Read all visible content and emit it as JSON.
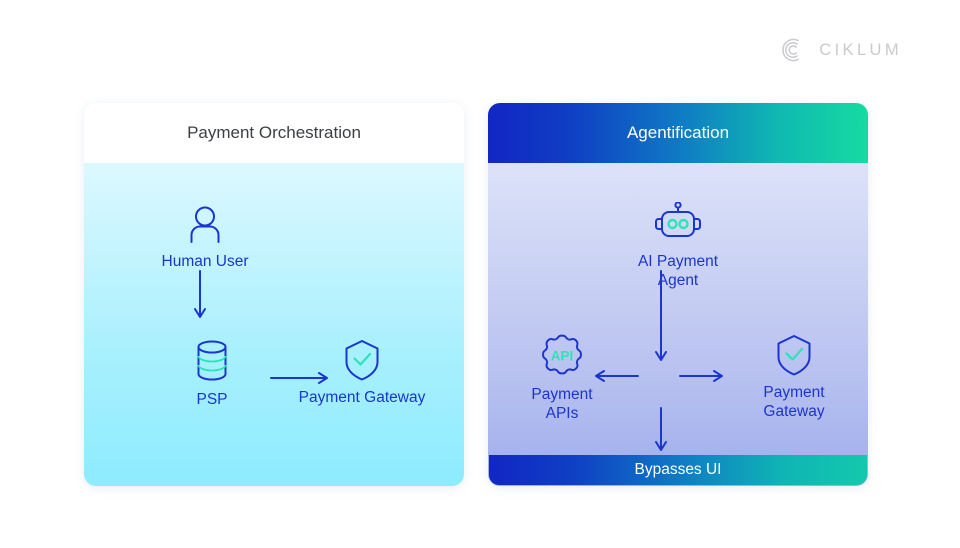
{
  "brand": {
    "name": "CIKLUM",
    "mark_icon": "ciklum-arcs-icon"
  },
  "panels": {
    "left": {
      "title": "Payment Orchestration",
      "nodes": [
        {
          "id": "human-user",
          "label": "Human User",
          "icon": "person-icon"
        },
        {
          "id": "psp",
          "label": "PSP",
          "icon": "database-icon"
        },
        {
          "id": "payment-gateway",
          "label": "Payment Gateway",
          "icon": "shield-check-icon"
        }
      ],
      "arrows": [
        {
          "id": "human-to-psp",
          "direction": "down"
        },
        {
          "id": "psp-to-gateway",
          "direction": "right"
        }
      ]
    },
    "right": {
      "title": "Agentification",
      "footer": "Bypasses UI",
      "nodes": [
        {
          "id": "ai-payment-agent",
          "label": "AI Payment Agent",
          "icon": "robot-icon"
        },
        {
          "id": "payment-apis",
          "label": "Payment\nAPIs",
          "icon": "api-gear-icon"
        },
        {
          "id": "payment-gateway",
          "label": "Payment\nGateway",
          "icon": "shield-check-icon"
        }
      ],
      "arrows": [
        {
          "id": "agent-down",
          "direction": "down"
        },
        {
          "id": "hub-to-apis",
          "direction": "left"
        },
        {
          "id": "hub-to-gateway",
          "direction": "right"
        },
        {
          "id": "hub-down-bypass",
          "direction": "down"
        }
      ]
    }
  },
  "colors": {
    "accent_blue": "#1b35cf",
    "accent_teal": "#2de3b6",
    "header_gradient_start": "#1226c4",
    "header_gradient_end": "#16dba0",
    "left_panel_top": "#eafcff",
    "left_panel_bottom": "#8cecfe",
    "right_panel_top": "#e6eafb",
    "right_panel_bottom": "#9fadec",
    "logo_gray": "#c9cace",
    "header_text_dark": "#3c4043"
  }
}
